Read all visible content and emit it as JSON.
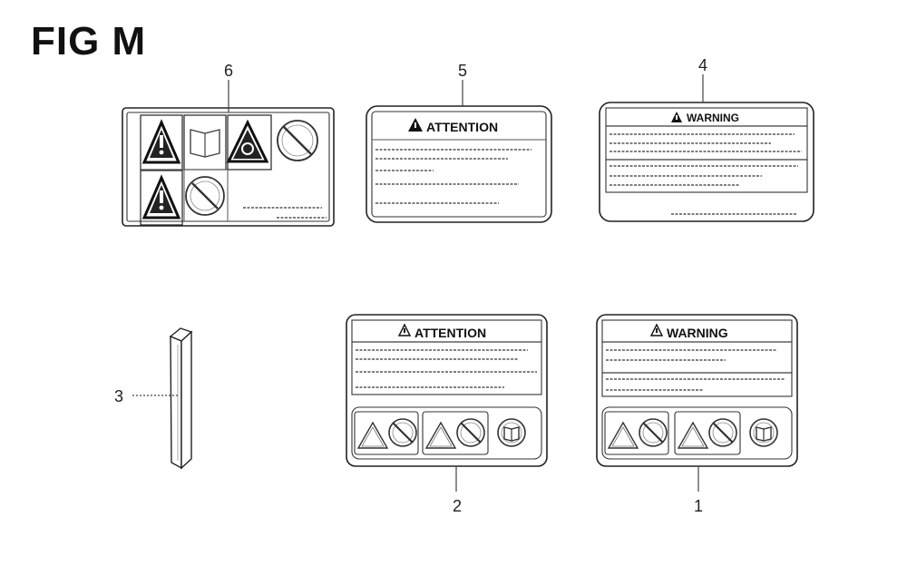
{
  "figure": {
    "title": "FIG M"
  },
  "parts": [
    {
      "callout": "1",
      "header": "WARNING"
    },
    {
      "callout": "2",
      "header": "ATTENTION"
    },
    {
      "callout": "3"
    },
    {
      "callout": "4",
      "header": "WARNING"
    },
    {
      "callout": "5",
      "header": "ATTENTION"
    },
    {
      "callout": "6"
    }
  ],
  "icons": {
    "warning": "warning-triangle-icon",
    "prohibited": "prohibition-circle-icon",
    "manual": "read-manual-icon"
  }
}
